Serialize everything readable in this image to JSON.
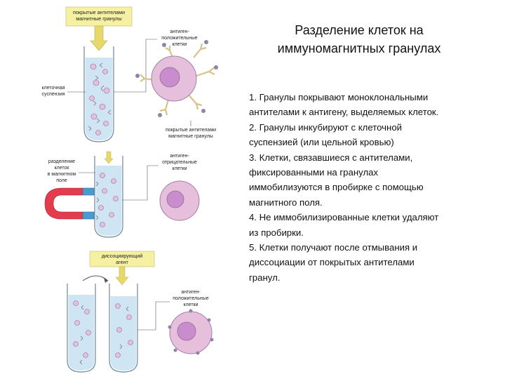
{
  "title": {
    "line1": "Разделение клеток на",
    "line2": "иммуномагнитных гранулах"
  },
  "steps": [
    "1. Гранулы покрывают моноклональными",
    "антителами к антигену, выделяемых клеток.",
    "2. Гранулы инкубируют с клеточной",
    "суспензией (или цельной кровью)",
    "3. Клетки, связавшиеся с антителами,",
    "фиксированными на гранулах",
    "иммобилизуются в пробирке с помощью",
    "магнитного поля.",
    "4. Не иммобилизированные клетки удаляют",
    "из пробирки.",
    "5. Клетки получают после отмывания и",
    "диссоциации от покрытых антителами",
    "гранул."
  ],
  "diagram": {
    "box_top": [
      "покрытые антителами",
      "магнитные гранулы"
    ],
    "label_cell_suspension": [
      "клеточная",
      "суспензия"
    ],
    "label_antigen_positive_top": [
      "антиген-",
      "положительные",
      "клетки"
    ],
    "label_coated_beads": [
      "покрытые антителами",
      "магнитные гранулы"
    ],
    "label_separation": [
      "разделение",
      "клеток",
      "в магнитном",
      "поле"
    ],
    "label_antigen_negative": [
      "антиген-",
      "отрицательные",
      "клетки"
    ],
    "box_dissociating": [
      "диссоциирующий",
      "агент"
    ],
    "label_antigen_positive_bottom": [
      "антиген-",
      "положительные",
      "клетки"
    ],
    "colors": {
      "tube_fill": "#cfe5f3",
      "tube_stroke": "#6d8796",
      "label_box": "#f6f0a3",
      "arrow": "#e6d86a",
      "cell_fill": "#e6bfdc",
      "nucleus": "#c98ccd",
      "magnet_red": "#e23c4d",
      "magnet_blue": "#4a9ad2",
      "antibody": "#d7c38a",
      "bead": "#8f84a6"
    }
  }
}
